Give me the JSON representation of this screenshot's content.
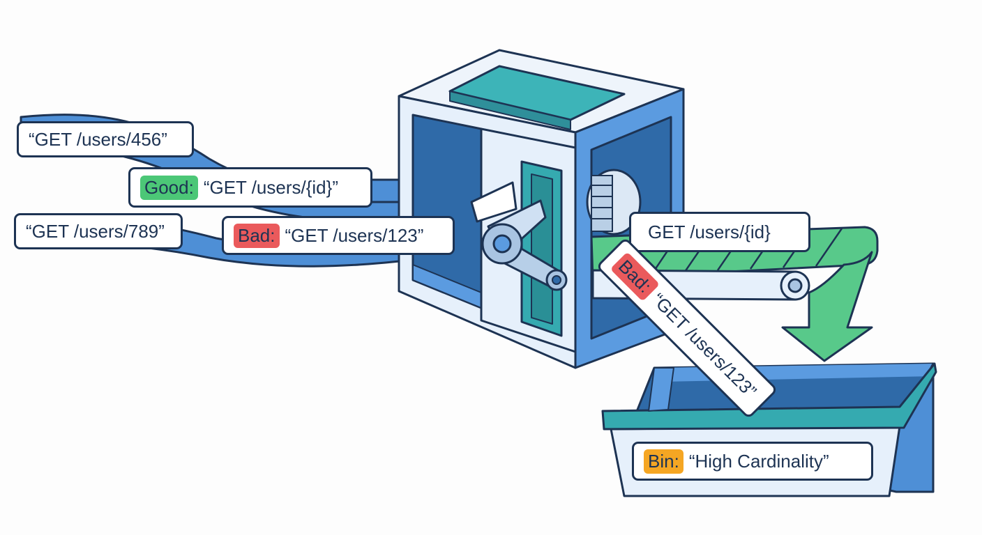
{
  "labels": {
    "req_456": "“GET /users/456”",
    "good_tag": "Good:",
    "good_text": "“GET /users/{id}”",
    "req_789": "“GET /users/789”",
    "bad_tag": "Bad:",
    "bad_text": "“GET /users/123”",
    "output_text": "GET /users/{id}",
    "rejected_tag": "Bad:",
    "rejected_text": "“GET /users/123”",
    "bin_tag": "Bin:",
    "bin_text": "“High Cardinality”"
  },
  "colors": {
    "outline": "#1d3353",
    "stream_blue": "#4e8fd6",
    "machine_light": "#e6f0fb",
    "machine_mid": "#5b9be0",
    "machine_dark": "#2f6aa8",
    "teal": "#35aab0",
    "conveyor_green": "#58c98a",
    "good": "#4cc777",
    "bad": "#ea5a5c",
    "bin_tag": "#f5a623"
  }
}
